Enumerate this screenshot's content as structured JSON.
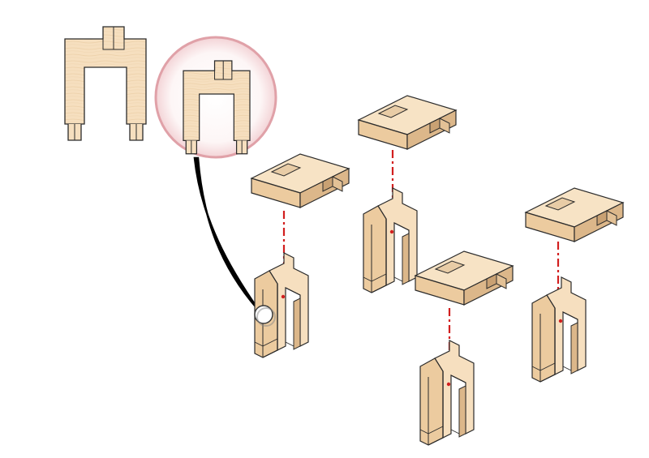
{
  "diagram": {
    "type": "exploded-assembly",
    "subject": "wooden-stool-parts",
    "colors": {
      "wood_light": "#f6dfbf",
      "wood_mid": "#efcfa3",
      "wood_dark": "#d9b386",
      "outline": "#2b2b2b",
      "assembly_line": "#d21f1f",
      "callout_ring": "#e6a7ad",
      "callout_fill": "#fbeeee",
      "leader": "#000000"
    },
    "assemblies": [
      {
        "name": "assembly-1"
      },
      {
        "name": "assembly-2"
      },
      {
        "name": "assembly-3"
      },
      {
        "name": "assembly-4"
      }
    ]
  }
}
